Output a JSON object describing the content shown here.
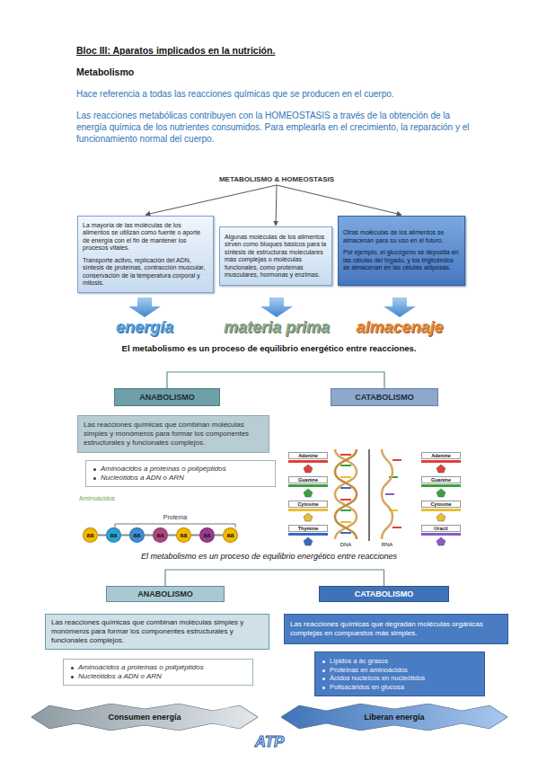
{
  "diagram": {
    "title": "Bloc III: Aparatos implicados en la nutrición.",
    "nodes": [
      {
        "text": [
          "METABOLISMO & HOMEOSTASIS"
        ]
      },
      {
        "text": [
          "La mayoría de las moléculas de los alimentos se utilizan como fuente o aporte de energía con el fin de mantener los procesos vitales.",
          "Transporte activo, replicación del ADN, síntesis de proteínas, contracción muscular, conservación de la temperatura corporal y mitosis."
        ]
      },
      {
        "text": [
          "Algunas moléculas de los alimentos sirven como bloques básicos para la síntesis de estructuras moleculares más complejas o moléculas funcionales, como proteínas musculares, hormonas y enzimas."
        ]
      },
      {
        "text": [
          "Otras moléculas de los alimentos se almacenan para su uso en el futuro.",
          "Por ejemplo, el glucógeno se deposita en las células del hígado, y los triglicéridos se almacenan en las células adiposas."
        ]
      },
      {
        "text": [
          "ANABOLISMO"
        ]
      },
      {
        "text": [
          "CATABOLISMO"
        ]
      },
      {
        "text": [
          "Las reacciones químicas que combinan moléculas simples y monómeros para formar los componentes estructurales y funcionales complejos."
        ]
      },
      {
        "text": [
          "Aminoácidos a proteínas o polipéptidos",
          "Nucleótidos a ADN o ARN"
        ]
      },
      {
        "text": [
          "aa"
        ]
      },
      {
        "text": [
          "aa"
        ]
      },
      {
        "text": [
          "aa"
        ]
      },
      {
        "text": [
          "aa"
        ]
      },
      {
        "text": [
          "aa"
        ]
      },
      {
        "text": [
          "aa"
        ]
      },
      {
        "text": [
          "aa"
        ]
      },
      {
        "text": [
          "ANABOLISMO"
        ]
      },
      {
        "text": [
          "CATABOLISMO"
        ]
      },
      {
        "text": [
          "Las reacciones químicas que combinan moléculas simples y monómeros para formar los componentes estructurales y funcionales complejos."
        ]
      },
      {
        "text": [
          "Las reacciones químicas que degradan moléculas orgánicas complejas en compuestos más simples."
        ]
      },
      {
        "text": [
          "Aminoácidos a proteínas o polipéptidos",
          "Nucleótidos a ADN o ARN"
        ]
      },
      {
        "text": [
          "Lípidos a ác grasos",
          "Proteínas en aminoácidos",
          "Ácidos nucleicos en nucleótidos",
          "Polisacáridos en glucosa"
        ]
      },
      {
        "text": [
          "Consumen energía"
        ]
      },
      {
        "text": [
          "Liberan energía"
        ]
      }
    ],
    "edges": [
      {
        "from": 0,
        "to": 1,
        "arrow": "to"
      },
      {
        "from": 0,
        "to": 2,
        "arrow": "to"
      },
      {
        "from": 0,
        "to": 3,
        "arrow": "to"
      },
      {
        "from": 4,
        "to": 5,
        "arrow": "none"
      },
      {
        "from": 8,
        "to": 9,
        "arrow": "none"
      },
      {
        "from": 9,
        "to": 10,
        "arrow": "none"
      },
      {
        "from": 10,
        "to": 11,
        "arrow": "none"
      },
      {
        "from": 11,
        "to": 12,
        "arrow": "none"
      },
      {
        "from": 12,
        "to": 13,
        "arrow": "none"
      },
      {
        "from": 13,
        "to": 14,
        "arrow": "none"
      },
      {
        "from": 15,
        "to": 16,
        "arrow": "none"
      }
    ],
    "labels": [
      "Metabolismo",
      "Hace referencia a todas las reacciones químicas que se producen en el cuerpo.",
      "Las reacciones metabólicas contribuyen con la HOMEOSTASIS a través de la obtención de la energía química de los nutrientes consumidos. Para emplearla en el crecimiento, la reparación y el funcionamiento normal del cuerpo.",
      "energía",
      "materia prima",
      "almacenaje",
      "El metabolismo es un proceso de equilibrio energético entre reacciones.",
      "Aminoácidos",
      "Proteína",
      "Adenine",
      "Guanine",
      "Cytosine",
      "Thymine",
      "DNA",
      "RNA",
      "Adenine",
      "Guanine",
      "Cytosine",
      "Uracil",
      "El metabolismo es un proceso de equilibrio energético entre reacciones",
      "ATP"
    ]
  }
}
